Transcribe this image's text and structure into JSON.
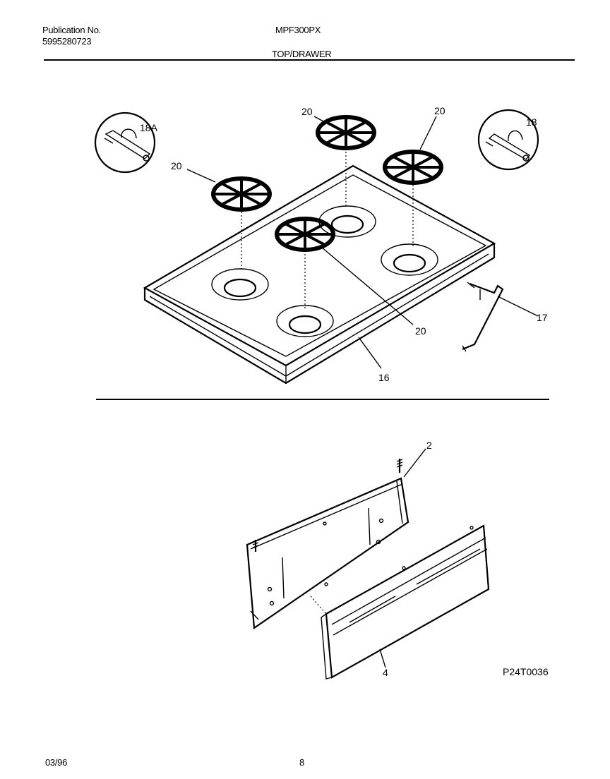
{
  "header": {
    "publication_label": "Publication No.",
    "publication_number": "5995280723",
    "model": "MPF300PX",
    "section": "TOP/DRAWER"
  },
  "callouts": {
    "top_grate_left": "20",
    "top_grate_back_center": "20",
    "top_grate_back_right": "20",
    "top_grate_front": "20",
    "cooktop": "16",
    "wire_bracket": "17",
    "inset_left": "18A",
    "inset_right": "18",
    "drawer_back_panel": "2",
    "drawer_front": "4"
  },
  "figure_code": "P24T0036",
  "footer": {
    "date": "03/96",
    "page": "8"
  }
}
